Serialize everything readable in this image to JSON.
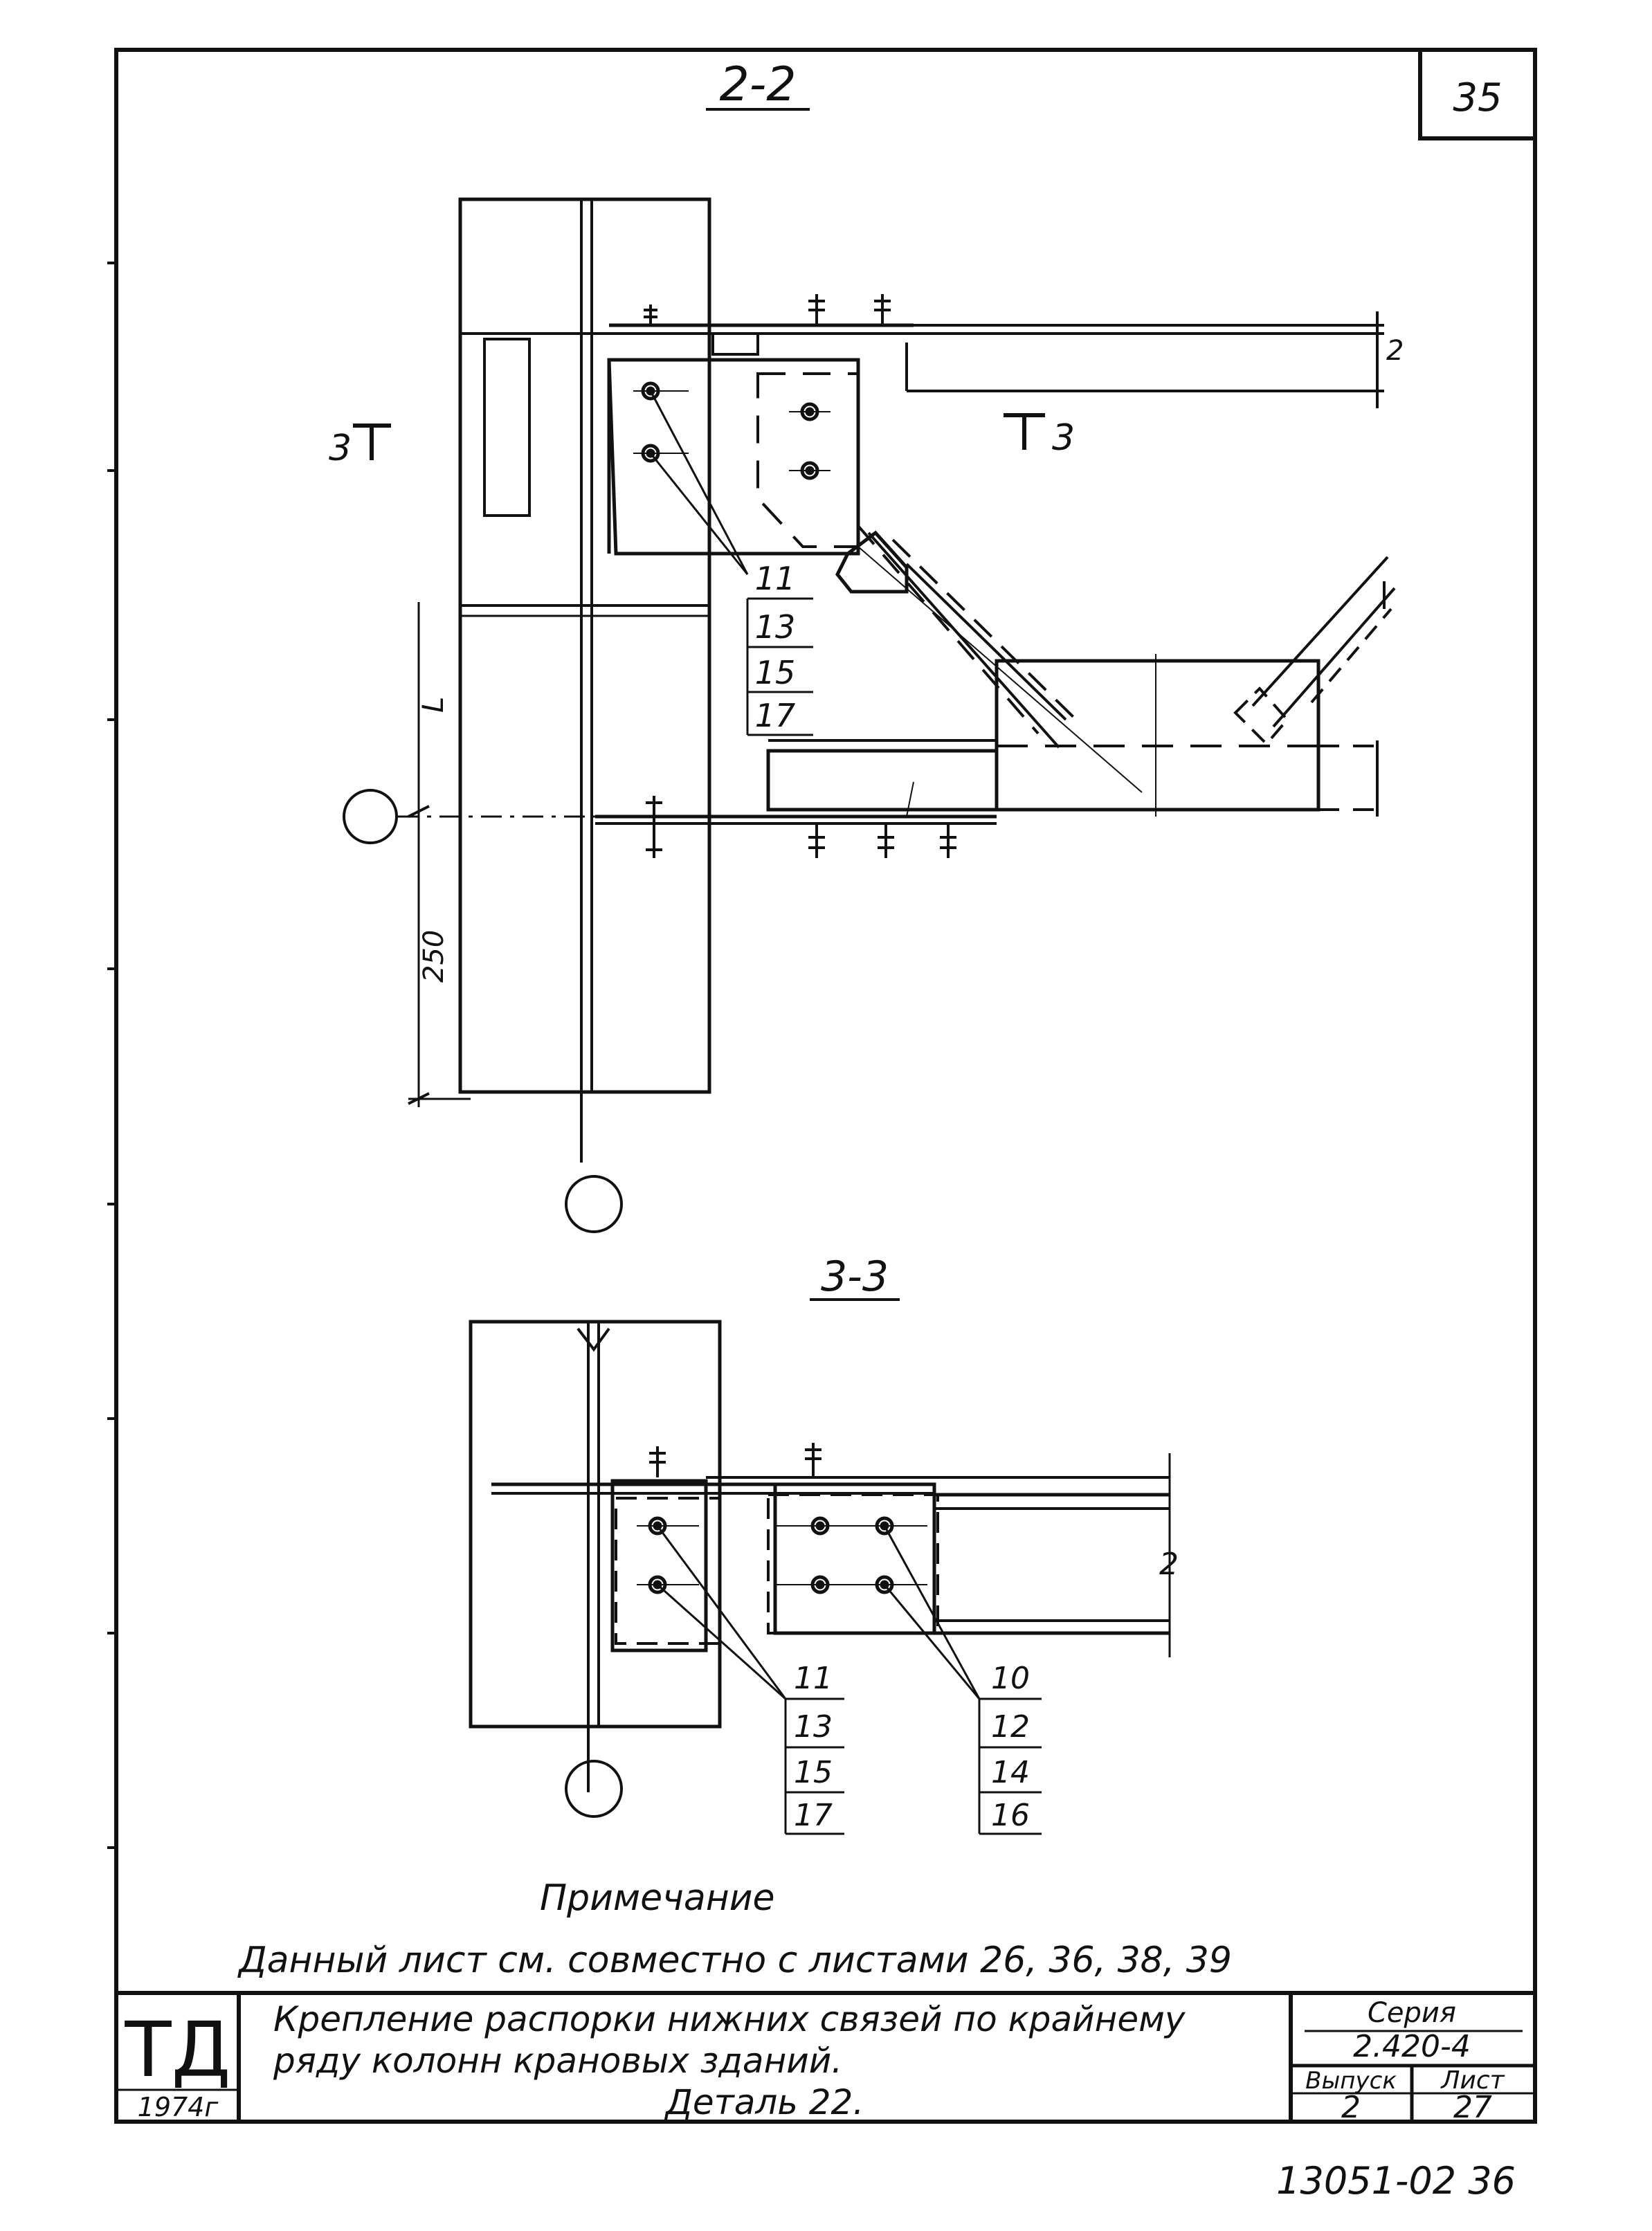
{
  "sheet": {
    "page_number": "35",
    "doc_number": "13051-02 36"
  },
  "sections": {
    "section_2_2": "2-2",
    "section_3_3": "3-3",
    "cut_mark_left": "3",
    "cut_mark_right": "3",
    "dim_l": "L",
    "dim_250": "250",
    "joint_mark": "2"
  },
  "callouts": {
    "group_a": [
      "11",
      "13",
      "15",
      "17"
    ],
    "group_b": [
      "11",
      "13",
      "15",
      "17"
    ],
    "group_c": [
      "10",
      "12",
      "14",
      "16"
    ]
  },
  "note": {
    "heading": "Примечание",
    "text": "Данный лист см. совместно с листами 26, 36, 38, 39"
  },
  "title_block": {
    "logo": "ТД",
    "year": "1974г",
    "title_line1": "Крепление распорки нижних связей по крайнему",
    "title_line2": "ряду колонн крановых зданий.",
    "title_line3": "Деталь 22.",
    "series_label": "Серия",
    "series_value": "2.420-4",
    "issue_label": "Выпуск",
    "issue_value": "2",
    "sheet_label": "Лист",
    "sheet_value": "27"
  }
}
